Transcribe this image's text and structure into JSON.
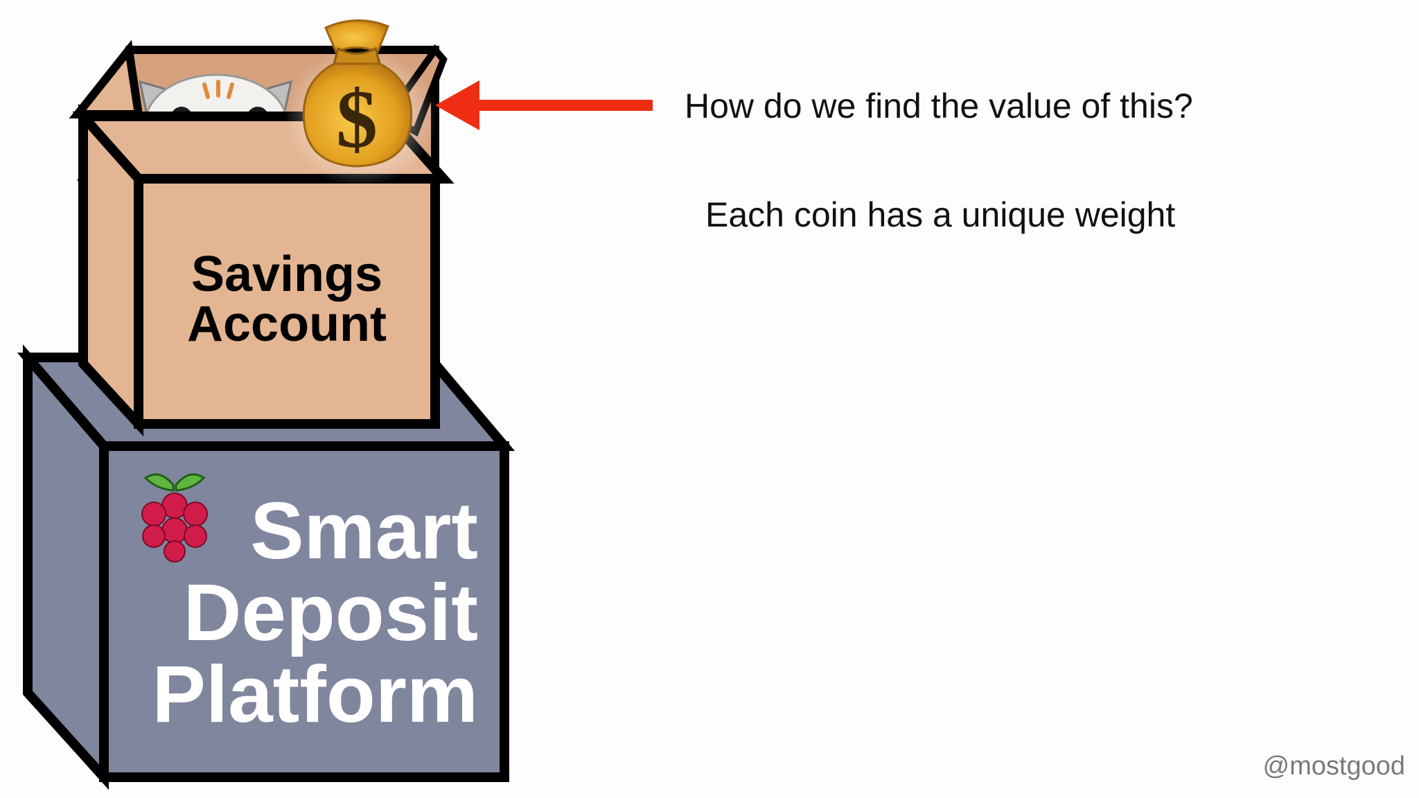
{
  "question": "How do we find the value of this?",
  "note": "Each coin has a unique weight",
  "credit": "@mostgood",
  "savings_box": {
    "line1": "Savings",
    "line2": "Account"
  },
  "platform_box": {
    "line1": "Smart",
    "line2": "Deposit",
    "line3": "Platform"
  },
  "money_bag_symbol": "$",
  "icons": [
    "cat-icon",
    "money-bag-icon",
    "raspberry-pi-icon",
    "arrow-icon"
  ],
  "colors": {
    "savings_box": "#e3b592",
    "platform_box": "#80869e",
    "arrow": "#ee2d13",
    "outline": "#000000",
    "bag": "#e8a623"
  }
}
